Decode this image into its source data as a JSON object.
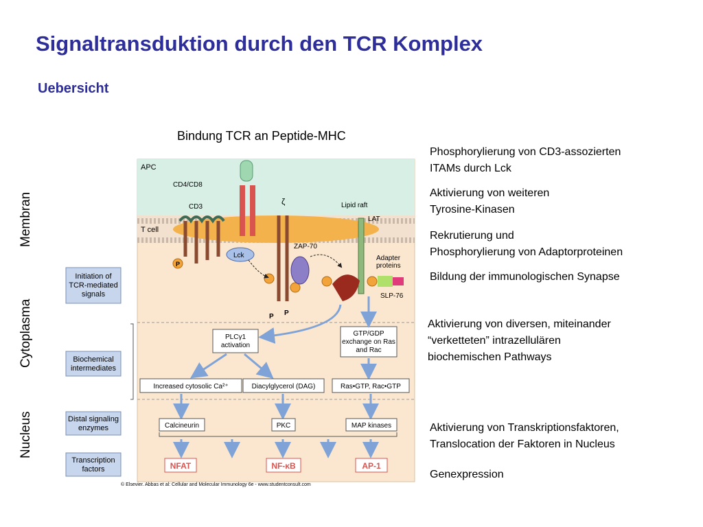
{
  "slide": {
    "title": "Signaltransduktion durch den TCR Komplex",
    "subtitle": "Uebersicht",
    "diagram_caption": "Bindung TCR an Peptide-MHC"
  },
  "side_labels": {
    "membrane": "Membran",
    "cytoplasm": "Cytoplasma",
    "nucleus": "Nucleus"
  },
  "notes": [
    [
      "Phosphorylierung von CD3-assozierten",
      "ITAMs durch Lck"
    ],
    [
      "Aktivierung von weiteren",
      "Tyrosine-Kinasen"
    ],
    [
      "Rekrutierung und",
      "Phosphorylierung von Adaptorproteinen"
    ],
    [
      "Bildung der immunologischen Synapse"
    ],
    [
      "Aktivierung von diversen, miteinander",
      "“verketteten” intrazellulären",
      "biochemischen Pathways"
    ],
    [
      "Aktivierung von Transkriptionsfaktoren,",
      "Translocation der Faktoren in Nucleus"
    ],
    [
      "Genexpression"
    ]
  ],
  "figure": {
    "labels": {
      "apc": "APC",
      "tcell": "T cell",
      "cd4cd8": "CD4/CD8",
      "cd3": "CD3",
      "zeta": "ζ",
      "lipid_raft": "Lipid raft",
      "lat": "LAT",
      "lck": "Lck",
      "zap70": "ZAP-70",
      "adapter_1": "Adapter",
      "adapter_2": "proteins",
      "slp76": "SLP-76",
      "p": "P"
    },
    "stages": [
      [
        "Initiation of",
        "TCR-mediated",
        "signals"
      ],
      [
        "Biochemical",
        "intermediates"
      ],
      [
        "Distal signaling",
        "enzymes"
      ],
      [
        "Transcription",
        "factors"
      ]
    ],
    "plc_box": [
      "PLCγ1",
      "activation"
    ],
    "gtp_box": [
      "GTP/GDP",
      "exchange on Ras",
      "and Rac"
    ],
    "intermediates": [
      "Increased cytosolic Ca²⁺",
      "Diacylglycerol  (DAG)",
      "Ras•GTP, Rac•GTP"
    ],
    "enzymes": [
      "Calcineurin",
      "PKC",
      "MAP kinases"
    ],
    "factors": [
      "NFAT",
      "NF-κB",
      "AP-1"
    ],
    "copyright": "© Elsevier. Abbas et al: Cellular and Molecular Immunology 6e - www.studentconsult.com"
  }
}
